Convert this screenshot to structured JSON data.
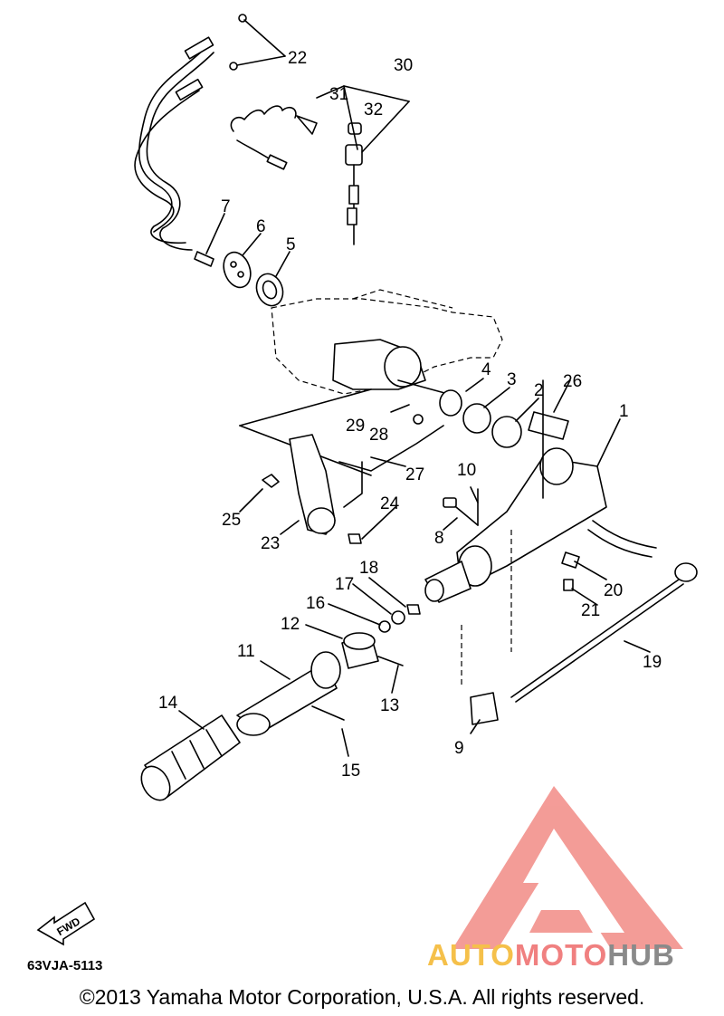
{
  "diagram": {
    "part_labels": [
      "1",
      "2",
      "3",
      "4",
      "5",
      "6",
      "7",
      "8",
      "9",
      "10",
      "11",
      "12",
      "13",
      "14",
      "15",
      "16",
      "17",
      "18",
      "19",
      "20",
      "21",
      "22",
      "23",
      "24",
      "25",
      "26",
      "27",
      "28",
      "29",
      "30",
      "31",
      "32"
    ],
    "fwd_label": "FWD",
    "drawing_code": "63VJA-5113"
  },
  "footer": {
    "copyright": "©2013 Yamaha Motor Corporation, U.S.A. All rights reserved."
  },
  "watermark": {
    "brand_part1": "AUTO",
    "brand_part2": "MOTO",
    "brand_part3": "HUB",
    "colors": {
      "logo": "#f28b86",
      "auto": "#f5c04a",
      "moto": "#f08080",
      "hub": "#8a8a8a"
    }
  }
}
